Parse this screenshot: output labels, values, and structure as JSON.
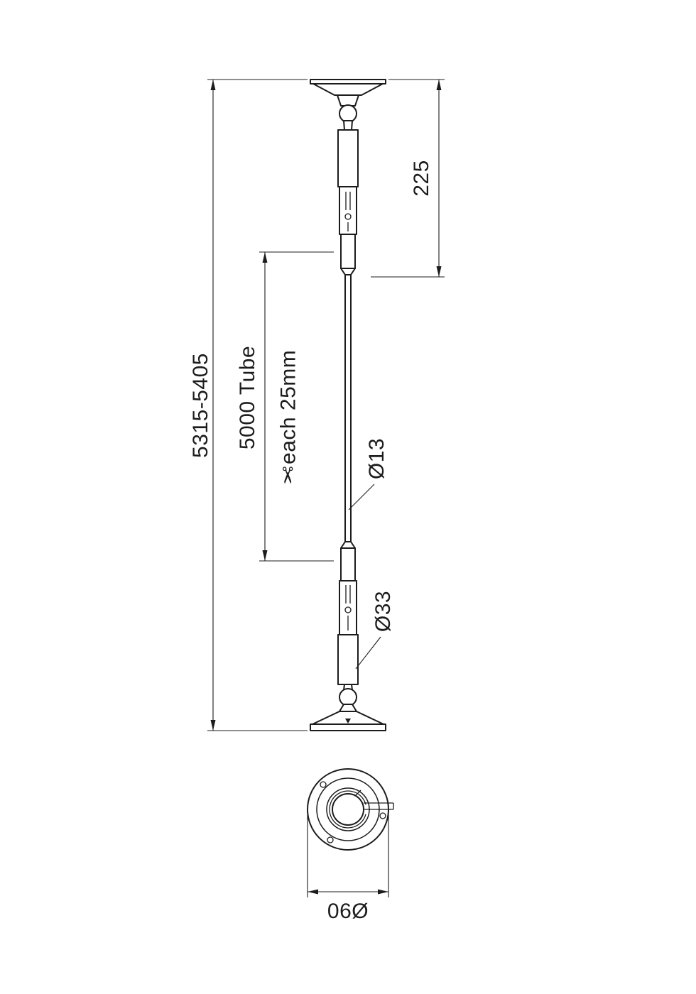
{
  "drawing": {
    "labels": {
      "overall_height": "5315-5405",
      "tube_length": "5000 Tube",
      "cut_step": "each 25mm",
      "top_section": "225",
      "tube_diameter": "Ø13",
      "body_diameter": "Ø33",
      "base_diameter": "06Ø"
    },
    "icons": {
      "scissors": "✂"
    },
    "colors": {
      "line": "#1c1c1c",
      "background": "#ffffff"
    }
  }
}
